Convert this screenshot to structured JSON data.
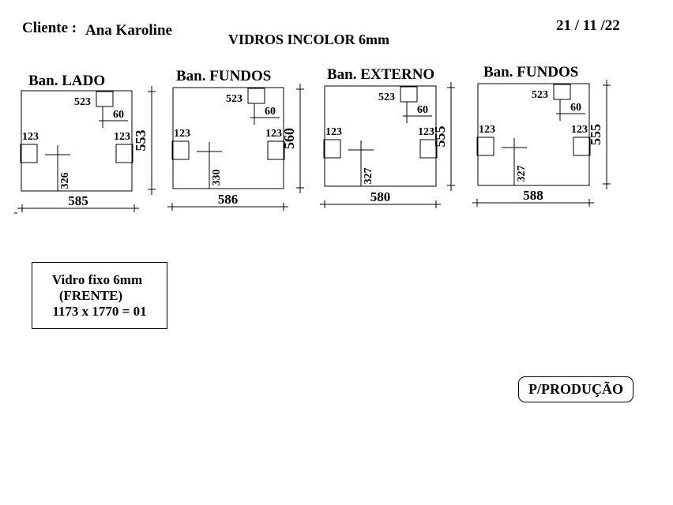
{
  "header": {
    "client_label": "Cliente :",
    "client_name": "Ana Karoline",
    "date": "21 / 11 /22",
    "title": "VIDROS INCOLOR 6mm"
  },
  "panels": [
    {
      "name": "Ban. LADO",
      "width": "585",
      "height": "553",
      "hole_top": "523",
      "hole_side": "60",
      "hole_left": "123",
      "hole_right": "123",
      "center": "326"
    },
    {
      "name": "Ban. FUNDOS",
      "width": "586",
      "height": "560",
      "hole_top": "523",
      "hole_side": "60",
      "hole_left": "123",
      "hole_right": "123",
      "center": "330"
    },
    {
      "name": "Ban. EXTERNO",
      "width": "580",
      "height": "555",
      "hole_top": "523",
      "hole_side": "60",
      "hole_left": "123",
      "hole_right": "123",
      "center": "327"
    },
    {
      "name": "Ban. FUNDOS",
      "width": "588",
      "height": "555",
      "hole_top": "523",
      "hole_side": "60",
      "hole_left": "123",
      "hole_right": "123",
      "center": "327"
    }
  ],
  "note": {
    "line1": "Vidro fixo 6mm",
    "line2": "(FRENTE)",
    "line3": "1173 x 1770 = 01"
  },
  "production_label": "P/PRODUÇÃO"
}
